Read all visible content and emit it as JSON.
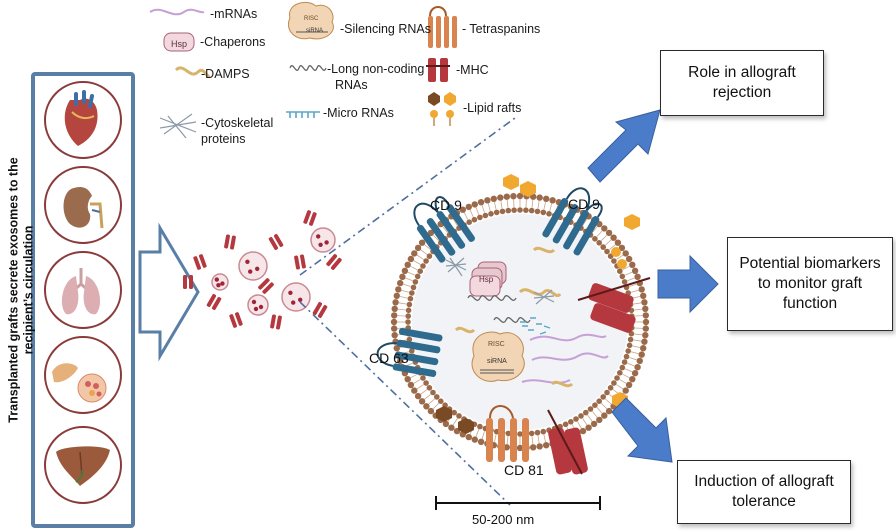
{
  "caption": {
    "line1": "Transplanted  grafts secrete exosomes to the",
    "line2": "recipient’s circulation"
  },
  "legend": {
    "mrnas": "-mRNAs",
    "chaperons": "-Chaperons",
    "hsp_tag": "Hsp",
    "damps": "-DAMPS",
    "cytoskeletal_line1": "-Cytoskeletal",
    "cytoskeletal_line2": "proteins",
    "silencing_rnas": "-Silencing RNAs",
    "long_noncoding_line1": "-Long non-coding",
    "long_noncoding_line2": "RNAs",
    "micro_rnas": "-Micro RNAs",
    "tetraspanins": "- Tetraspanins",
    "mhc": "-MHC",
    "lipid_rafts": "-Lipid rafts",
    "risc_tag": "RISC",
    "sirna_tag": "siRNA"
  },
  "organs": [
    "heart",
    "kidney",
    "lungs",
    "pancreas-and-islets",
    "liver"
  ],
  "exosome": {
    "cd9_left": "CD 9",
    "cd9_right": "CD 9",
    "cd63": "CD 63",
    "cd81": "CD 81",
    "hsp_tag": "Hsp",
    "risc_tag": "RISC",
    "sirna_tag": "siRNA",
    "scale_bar": "50-200 nm"
  },
  "outcomes": {
    "rejection_line1": "Role in allograft",
    "rejection_line2": "rejection",
    "biomarkers_line1": "Potential biomarkers",
    "biomarkers_line2": "to monitor graft",
    "biomarkers_line3": "function",
    "tolerance_line1": "Induction of allograft",
    "tolerance_line2": "tolerance"
  },
  "colors": {
    "tetraspanin_blue": "#2e6b8e",
    "tetraspanin_orange": "#d9844f",
    "mhc_red": "#b5383e",
    "arrow_blue": "#4a7cc9",
    "membrane_brown": "#9a6a4a",
    "lipid_raft_orange": "#f0a830",
    "organ_circle": "#8b3a3a",
    "panel_border": "#5a7fa6"
  }
}
